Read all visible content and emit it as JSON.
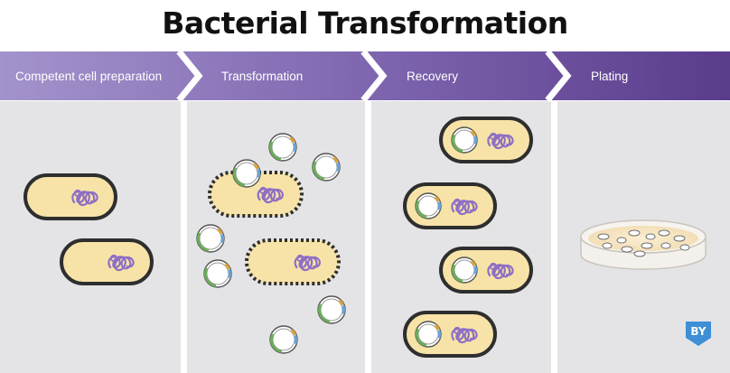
{
  "title": "Bacterial Transformation",
  "steps": [
    {
      "label": "Competent cell preparation"
    },
    {
      "label": "Transformation"
    },
    {
      "label": "Recovery"
    },
    {
      "label": "Plating"
    }
  ],
  "watermark": {
    "text": "BY"
  },
  "colors": {
    "banner_start": "#a08fc8",
    "banner_end": "#5c3d8f",
    "panel": "#e4e4e6",
    "cell_fill": "#f7e3a8",
    "cell_stroke": "#2e2e2e",
    "chromosome": "#8e6fc4",
    "plasmid_green": "#6cae5a",
    "plasmid_blue": "#6aa6d8",
    "plasmid_orange": "#e0a33a",
    "watermark": "#3f8fd6"
  }
}
